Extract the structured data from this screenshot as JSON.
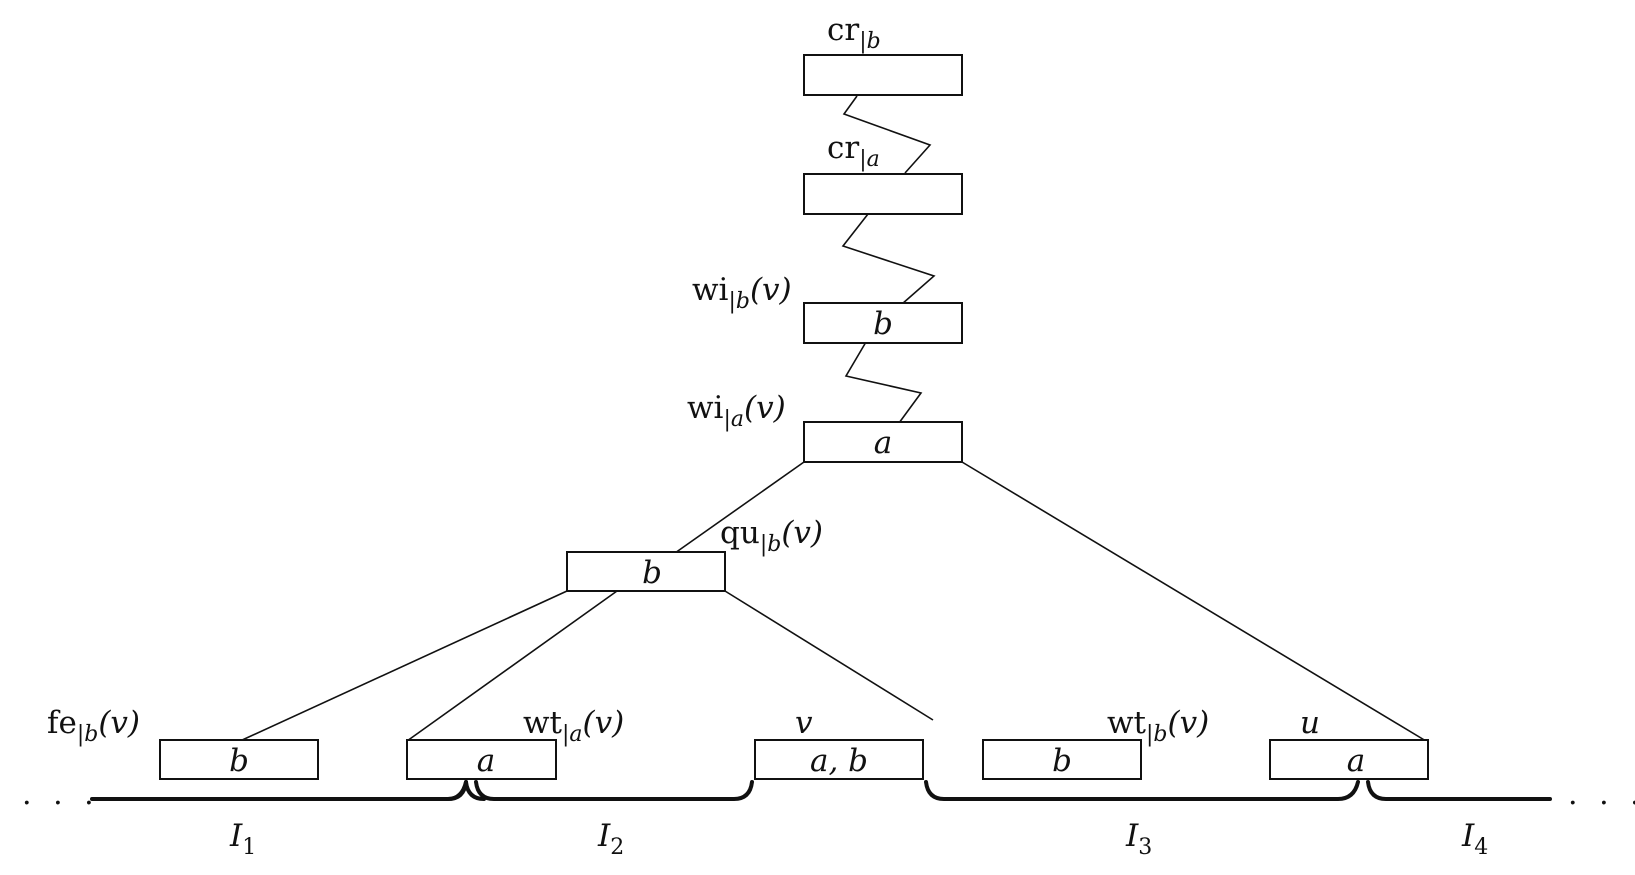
{
  "nodes": {
    "cr_b": {
      "name": "cr",
      "sub": "|b",
      "arg": "",
      "content": ""
    },
    "cr_a": {
      "name": "cr",
      "sub": "|a",
      "arg": "",
      "content": ""
    },
    "wi_b": {
      "name": "wi",
      "sub": "|b",
      "arg": "(v)",
      "content": "b"
    },
    "wi_a": {
      "name": "wi",
      "sub": "|a",
      "arg": "(v)",
      "content": "a"
    },
    "qu_b": {
      "name": "qu",
      "sub": "|b",
      "arg": "(v)",
      "content": "b"
    },
    "fe_b": {
      "name": "fe",
      "sub": "|b",
      "arg": "(v)",
      "content": "b"
    },
    "leaf_a": {
      "content": "a"
    },
    "wt_a": {
      "name": "wt",
      "sub": "|a",
      "arg": "(v)"
    },
    "v_node": {
      "label": "v",
      "content": "a, b"
    },
    "leaf_b": {
      "content": "b"
    },
    "wt_b": {
      "name": "wt",
      "sub": "|b",
      "arg": "(v)"
    },
    "u_node": {
      "label": "u",
      "content": "a"
    }
  },
  "intervals": [
    {
      "name": "I",
      "sub": "1"
    },
    {
      "name": "I",
      "sub": "2"
    },
    {
      "name": "I",
      "sub": "3"
    },
    {
      "name": "I",
      "sub": "4"
    }
  ],
  "ellipsis_left": ". . .",
  "ellipsis_right": ". . ."
}
